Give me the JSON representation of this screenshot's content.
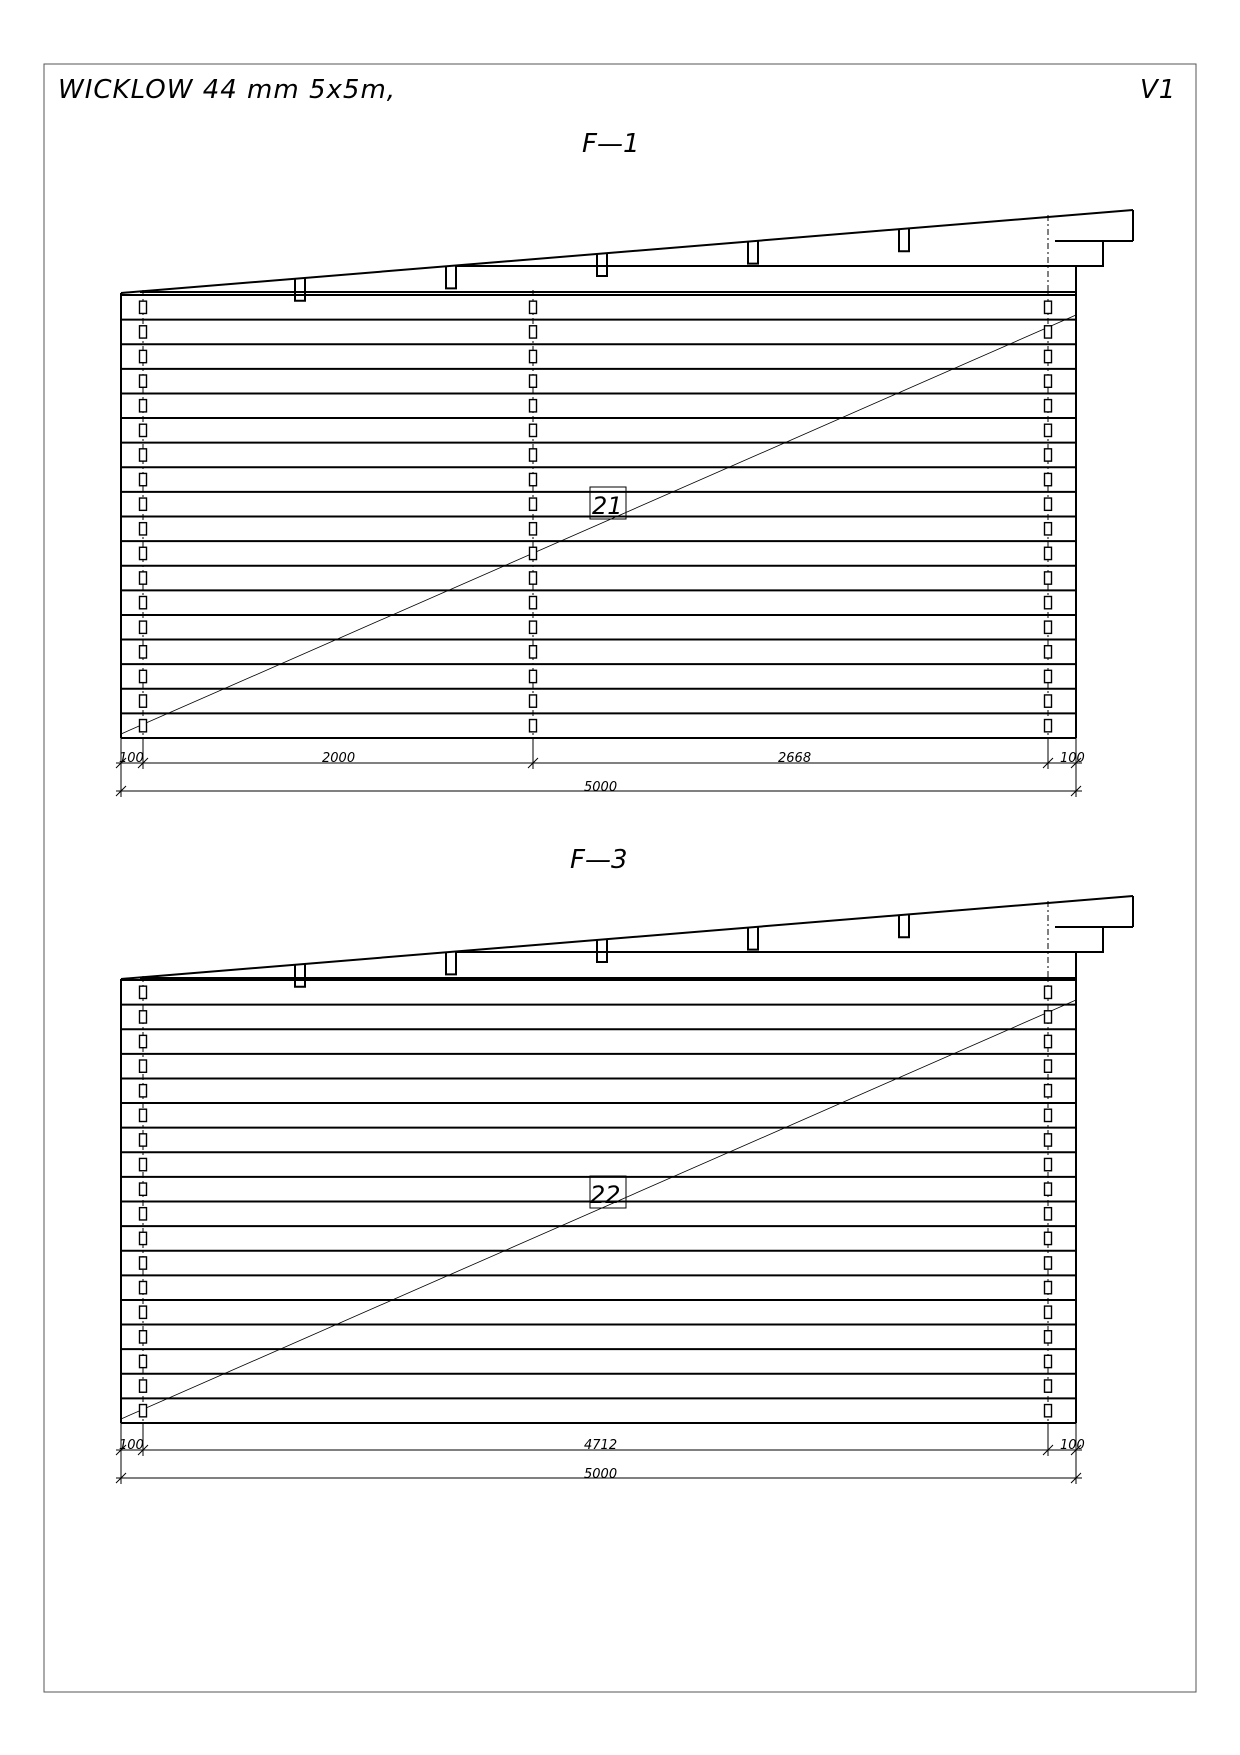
{
  "sheet": {
    "title": "WICKLOW 44 mm 5x5m,",
    "version": "V1"
  },
  "views": [
    {
      "id": "F-1",
      "label": "F—1",
      "tag": "21",
      "board_count": 18,
      "dimensions_row1": [
        "100",
        "2000",
        "2668",
        "100"
      ],
      "dimension_total": "5000"
    },
    {
      "id": "F-3",
      "label": "F—3",
      "tag": "22",
      "board_count": 18,
      "dimensions_row1": [
        "100",
        "4712",
        "100"
      ],
      "dimension_total": "5000"
    }
  ]
}
